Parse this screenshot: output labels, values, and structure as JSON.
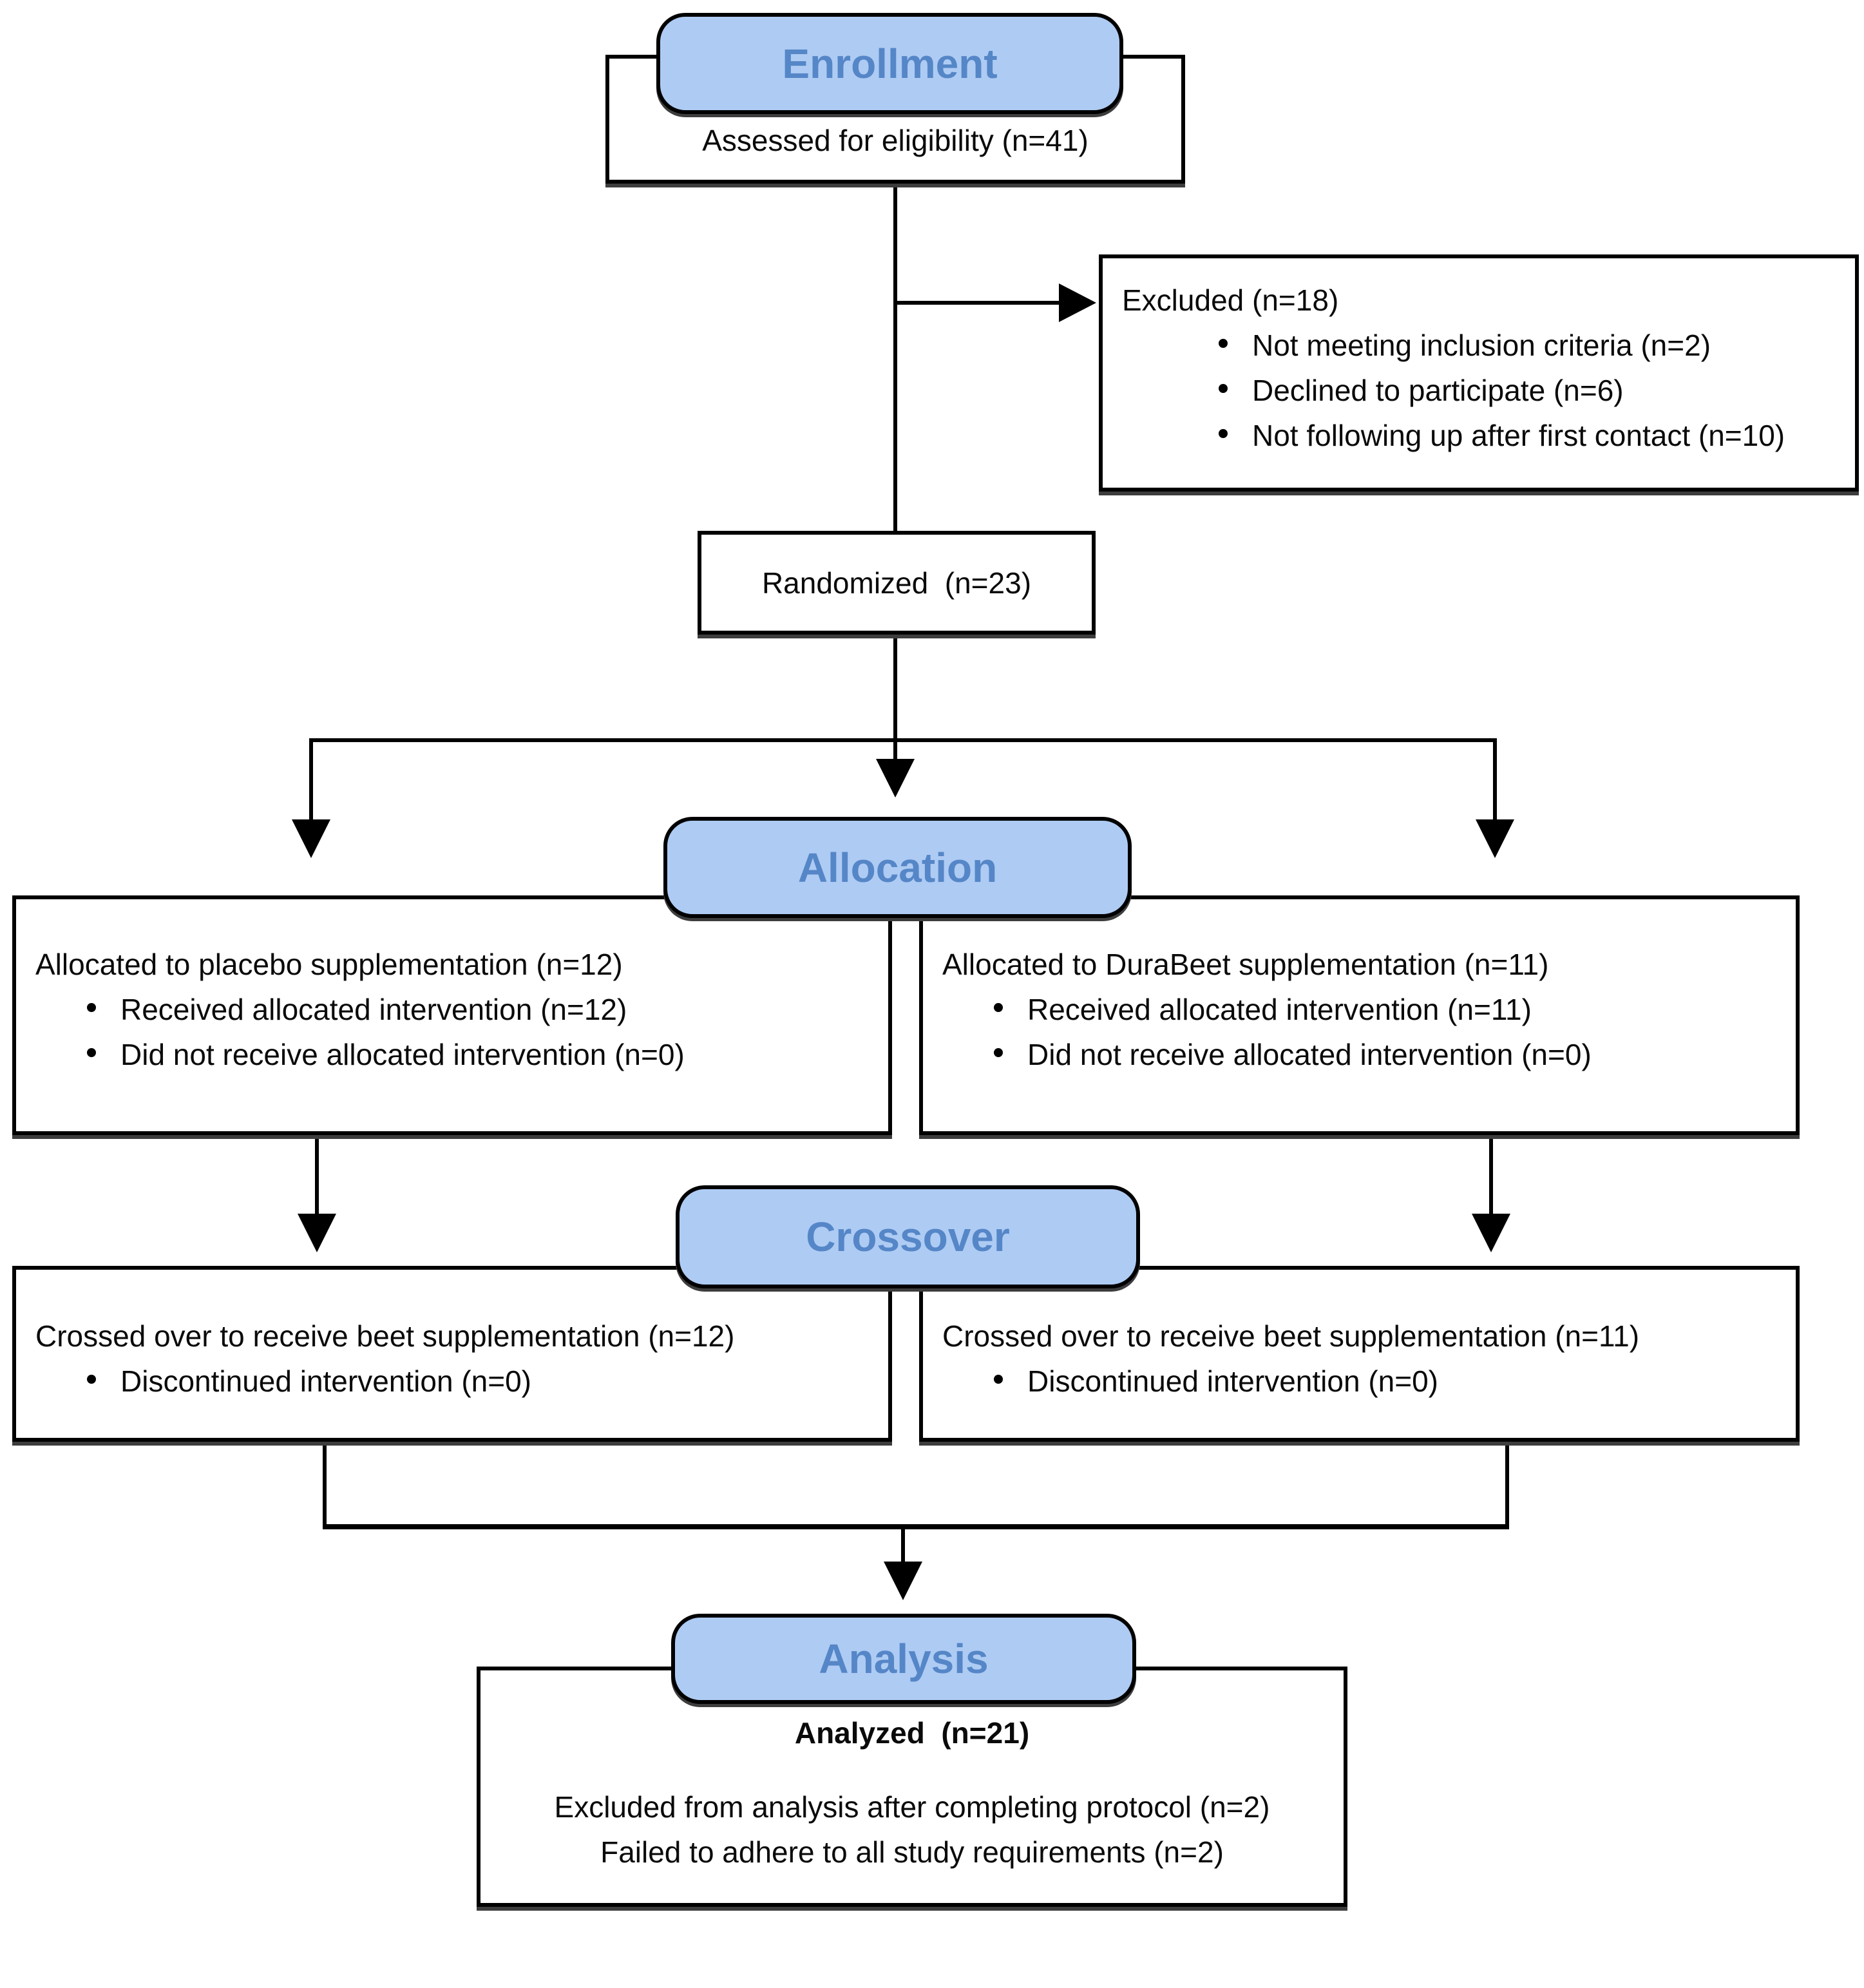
{
  "colors": {
    "header_fill": "#AECBF3",
    "header_text": "#5586C7",
    "box_border": "#000000",
    "box_fill": "#FFFFFF"
  },
  "enrollment": {
    "header": "Enrollment",
    "assessed": "Assessed for eligibility (n=41)",
    "excluded": {
      "title": "Excluded (n=18)",
      "items": [
        "Not meeting inclusion criteria (n=2)",
        "Declined to participate (n=6)",
        "Not following up after first contact (n=10)"
      ]
    },
    "randomized": "Randomized  (n=23)"
  },
  "allocation": {
    "header": "Allocation",
    "left": {
      "title": "Allocated to placebo supplementation (n=12)",
      "items": [
        "Received allocated intervention (n=12)",
        "Did not receive allocated intervention (n=0)"
      ]
    },
    "right": {
      "title": "Allocated to DuraBeet supplementation (n=11)",
      "items": [
        "Received allocated intervention (n=11)",
        "Did not receive allocated intervention (n=0)"
      ]
    }
  },
  "crossover": {
    "header": "Crossover",
    "left": {
      "title": "Crossed over to receive beet supplementation (n=12)",
      "items": [
        "Discontinued intervention (n=0)"
      ]
    },
    "right": {
      "title": "Crossed over to receive beet supplementation (n=11)",
      "items": [
        "Discontinued intervention (n=0)"
      ]
    }
  },
  "analysis": {
    "header": "Analysis",
    "analyzed": "Analyzed  (n=21)",
    "excluded_title": "Excluded from analysis after completing protocol (n=2)",
    "excluded_items": [
      "Failed to adhere to all study requirements (n=2)"
    ]
  }
}
